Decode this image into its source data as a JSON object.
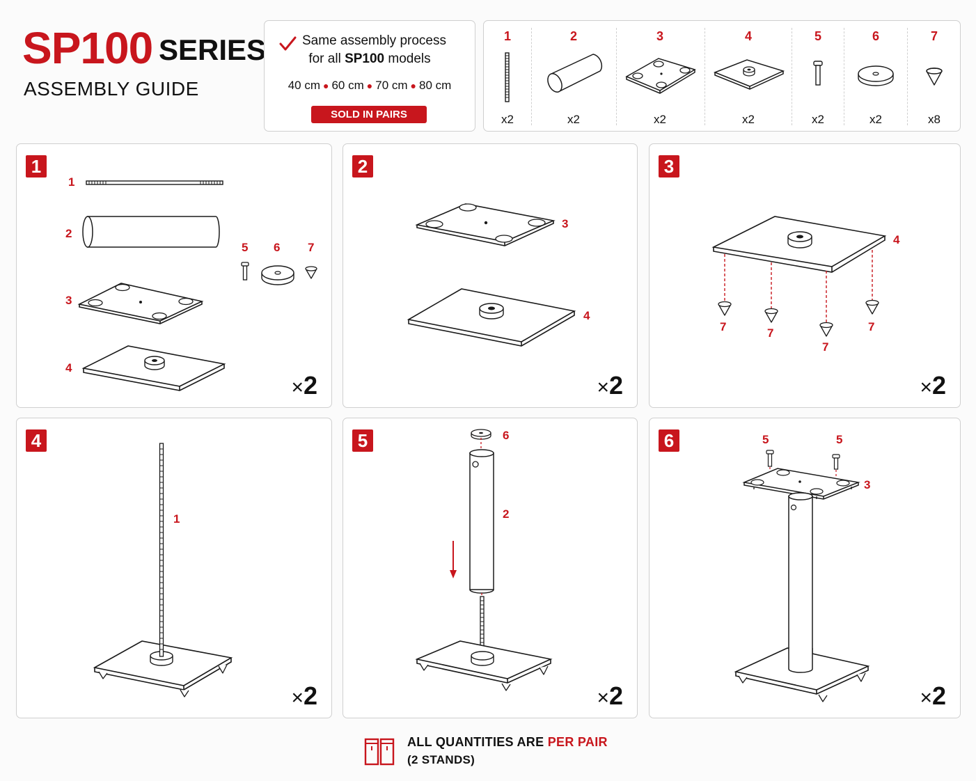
{
  "header": {
    "model": "SP100",
    "series": "SERIES",
    "guide": "ASSEMBLY GUIDE"
  },
  "info": {
    "line1": "Same assembly process",
    "line2_prefix": "for all ",
    "line2_bold": "SP100",
    "line2_suffix": " models",
    "sizes": [
      "40 cm",
      "60 cm",
      "70 cm",
      "80 cm"
    ],
    "badge": "SOLD IN PAIRS"
  },
  "parts": [
    {
      "num": "1",
      "qty": "x2",
      "icon": "threaded-rod-icon"
    },
    {
      "num": "2",
      "qty": "x2",
      "icon": "tube-icon"
    },
    {
      "num": "3",
      "qty": "x2",
      "icon": "top-plate-icon"
    },
    {
      "num": "4",
      "qty": "x2",
      "icon": "base-plate-icon"
    },
    {
      "num": "5",
      "qty": "x2",
      "icon": "screw-icon"
    },
    {
      "num": "6",
      "qty": "x2",
      "icon": "washer-icon"
    },
    {
      "num": "7",
      "qty": "x8",
      "icon": "spike-icon"
    }
  ],
  "steps": [
    {
      "num": "1",
      "mult_x": "×",
      "mult_n": "2",
      "labels": [
        "1",
        "2",
        "3",
        "4",
        "5",
        "6",
        "7"
      ]
    },
    {
      "num": "2",
      "mult_x": "×",
      "mult_n": "2",
      "labels": [
        "3",
        "4"
      ]
    },
    {
      "num": "3",
      "mult_x": "×",
      "mult_n": "2",
      "labels": [
        "4",
        "7",
        "7",
        "7",
        "7"
      ]
    },
    {
      "num": "4",
      "mult_x": "×",
      "mult_n": "2",
      "labels": [
        "1"
      ]
    },
    {
      "num": "5",
      "mult_x": "×",
      "mult_n": "2",
      "labels": [
        "6",
        "2"
      ]
    },
    {
      "num": "6",
      "mult_x": "×",
      "mult_n": "2",
      "labels": [
        "5",
        "5",
        "3"
      ]
    }
  ],
  "footer": {
    "line1_prefix": "ALL QUANTITIES ARE ",
    "line1_red": "PER PAIR",
    "line2": "(2 STANDS)"
  },
  "colors": {
    "accent": "#c8161d",
    "text": "#111111",
    "border": "#cfcfcf"
  }
}
